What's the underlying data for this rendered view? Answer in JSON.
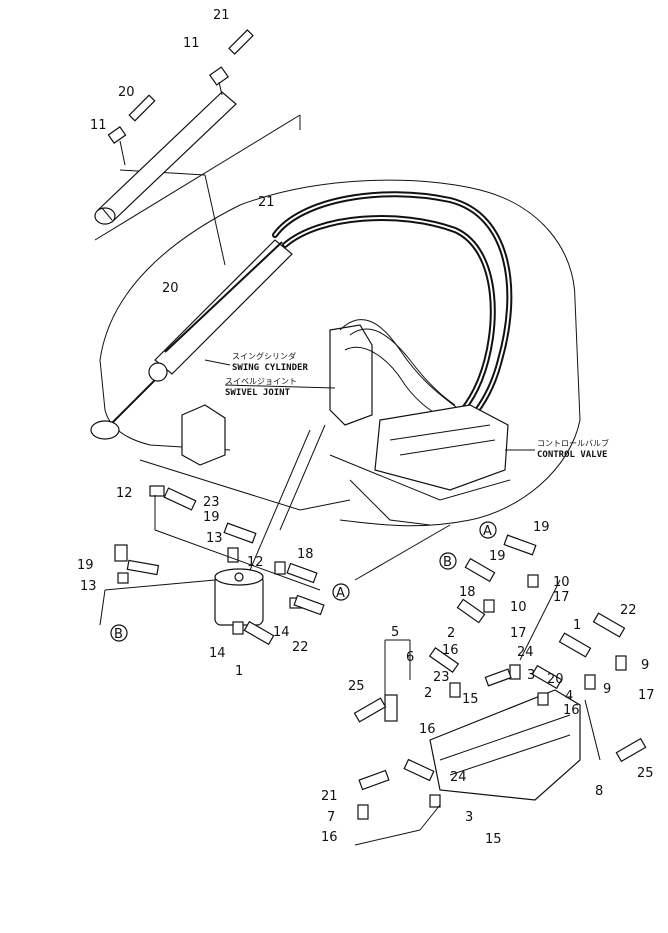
{
  "diagram": {
    "labels": {
      "swing_cylinder_jp": "スイングシリンダ",
      "swing_cylinder_en": "SWING CYLINDER",
      "swivel_joint_jp": "スイベルジョイント",
      "swivel_joint_en": "SWIVEL JOINT",
      "control_valve_jp": "コントロールバルブ",
      "control_valve_en": "CONTROL VALVE"
    },
    "callouts": {
      "top_21": "21",
      "top_11a": "11",
      "top_20": "20",
      "top_11b": "11",
      "mid_21": "21",
      "mid_20": "20",
      "sj_12": "12",
      "sj_23": "23",
      "sj_19": "19",
      "sj_13a": "13",
      "sj_19b": "19",
      "sj_13b": "13",
      "sj_12b": "12",
      "sj_18": "18",
      "sj_14a": "14",
      "sj_22": "22",
      "sj_14b": "14",
      "sj_1": "1",
      "cv_19": "19",
      "cv_19b": "19",
      "cv_10a": "10",
      "cv_17a": "17",
      "cv_18": "18",
      "cv_10b": "10",
      "cv_22": "22",
      "cv_5": "5",
      "cv_2a": "2",
      "cv_17b": "17",
      "cv_1": "1",
      "cv_6": "6",
      "cv_16a": "16",
      "cv_24a": "24",
      "cv_9a": "9",
      "cv_3a": "3",
      "cv_20": "20",
      "cv_25a": "25",
      "cv_23": "23",
      "cv_2b": "2",
      "cv_15a": "15",
      "cv_4": "4",
      "cv_9b": "9",
      "cv_17c": "17",
      "cv_16b": "16",
      "cv_16c": "16",
      "cv_24b": "24",
      "cv_25b": "25",
      "cv_8": "8",
      "cv_21": "21",
      "cv_3b": "3",
      "cv_7": "7",
      "cv_16d": "16",
      "cv_15b": "15"
    },
    "markers": {
      "a1": "A",
      "b1": "B",
      "a2": "A",
      "b2": "B"
    }
  }
}
